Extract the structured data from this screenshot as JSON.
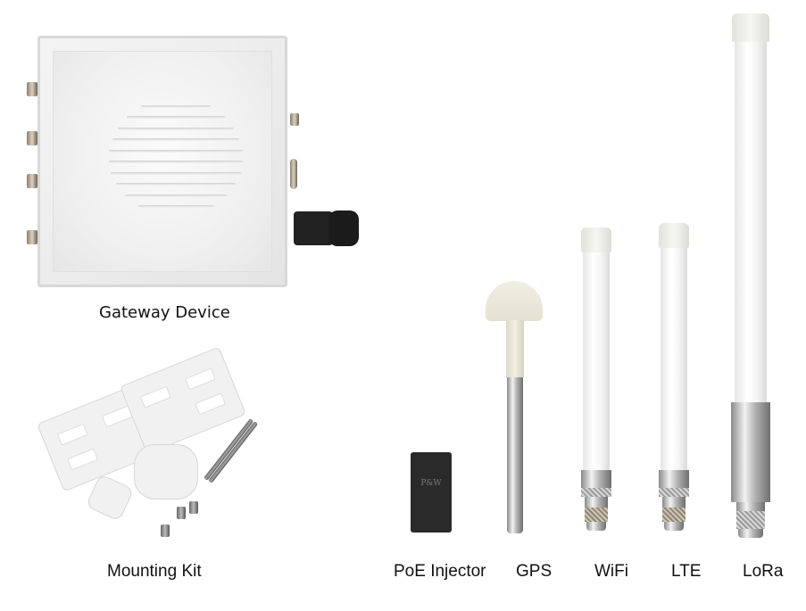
{
  "figure": {
    "items": [
      {
        "id": "gateway",
        "label": "Gateway Device"
      },
      {
        "id": "mounting-kit",
        "label": "Mounting Kit"
      },
      {
        "id": "poe-injector",
        "label": "PoE Injector",
        "brand_text": "P&W"
      },
      {
        "id": "gps",
        "label": "GPS"
      },
      {
        "id": "wifi",
        "label": "WiFi"
      },
      {
        "id": "lte",
        "label": "LTE"
      },
      {
        "id": "lora",
        "label": "LoRa"
      }
    ]
  },
  "colors": {
    "background": "#ffffff",
    "label_text": "#111111",
    "gateway_housing": "#eeeeee",
    "cable_gland": "#222222",
    "poe_injector": "#2a2a2a",
    "antenna_radome": "#f4f4f4",
    "metal": "#b5b5b5"
  }
}
